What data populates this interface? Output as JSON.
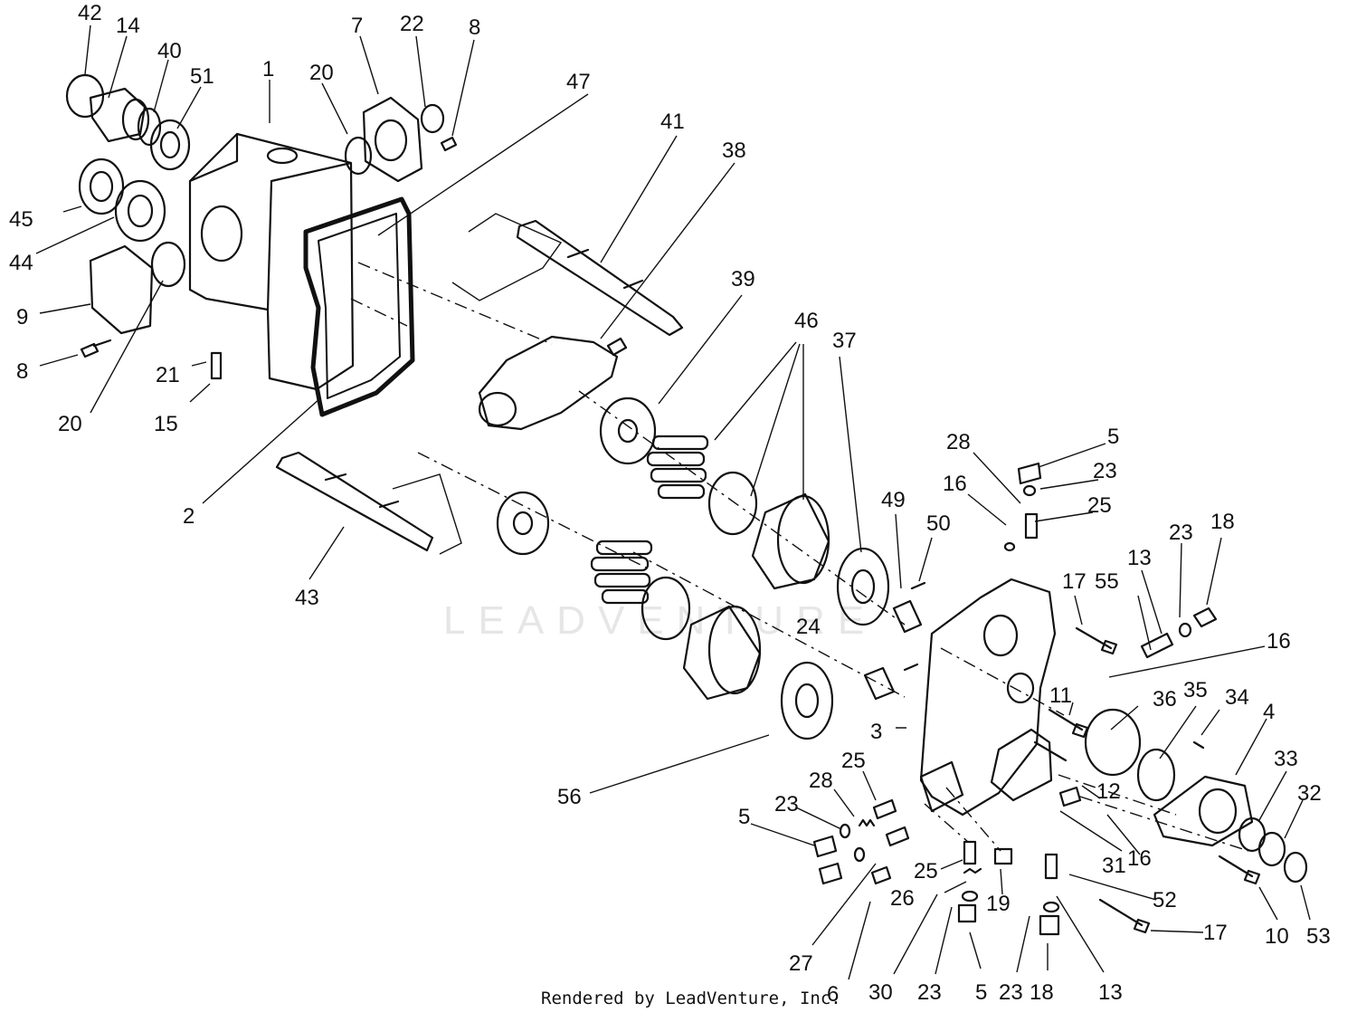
{
  "footer": "Rendered by LeadVenture, Inc.",
  "watermark": "LEADVENTURE",
  "colors": {
    "ink": "#111111",
    "watermark": "#e6e6e6",
    "background": "#ffffff"
  },
  "callouts": [
    "42",
    "14",
    "40",
    "51",
    "1",
    "20",
    "7",
    "22",
    "8",
    "47",
    "41",
    "38",
    "45",
    "44",
    "9",
    "8",
    "21",
    "15",
    "20",
    "2",
    "43",
    "39",
    "46",
    "37",
    "49",
    "50",
    "28",
    "16",
    "5",
    "23",
    "25",
    "23",
    "18",
    "13",
    "17",
    "55",
    "16",
    "24",
    "11",
    "36",
    "35",
    "34",
    "4",
    "3",
    "56",
    "25",
    "28",
    "23",
    "5",
    "33",
    "32",
    "12",
    "31",
    "16",
    "25",
    "26",
    "19",
    "52",
    "17",
    "10",
    "53",
    "27",
    "6",
    "30",
    "23",
    "5",
    "23",
    "18",
    "13"
  ]
}
